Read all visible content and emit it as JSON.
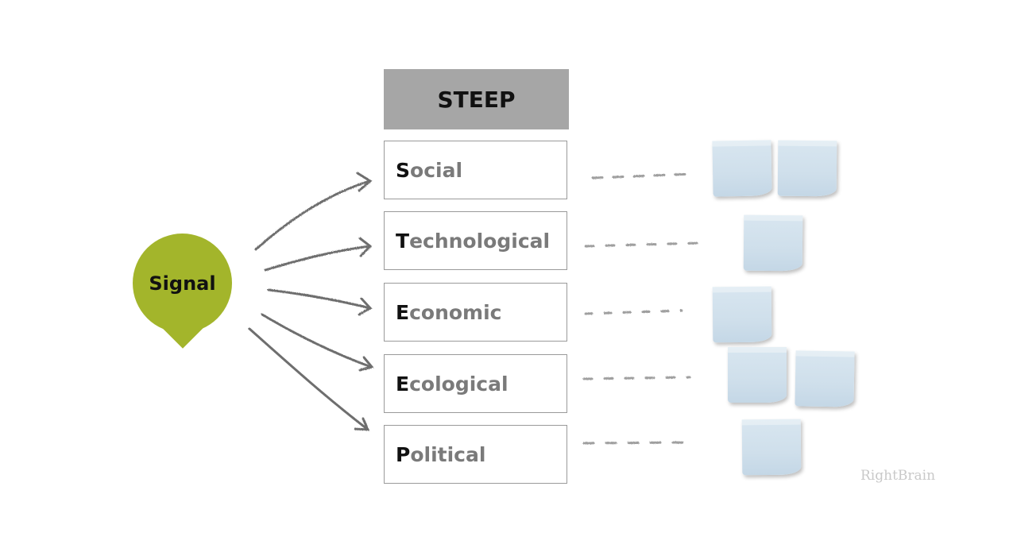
{
  "header": {
    "title": "STEEP"
  },
  "signal": {
    "label": "Signal"
  },
  "categories": [
    {
      "initial": "S",
      "rest": "ocial"
    },
    {
      "initial": "T",
      "rest": "echnological"
    },
    {
      "initial": "E",
      "rest": "conomic"
    },
    {
      "initial": "E",
      "rest": "cological"
    },
    {
      "initial": "P",
      "rest": "olitical"
    }
  ],
  "sticky_notes_per_category": [
    2,
    1,
    1,
    2,
    1
  ],
  "brand": {
    "text": "RightBrain"
  },
  "colors": {
    "signal": "#a3b52b",
    "header_bg": "#a6a6a6",
    "note": "#d3e2ee",
    "initial_letter": "#111111",
    "rest_letters": "#7a7a7a"
  },
  "icons": {
    "arrow": "hand-drawn-arrow-icon",
    "note": "sticky-note-icon"
  }
}
